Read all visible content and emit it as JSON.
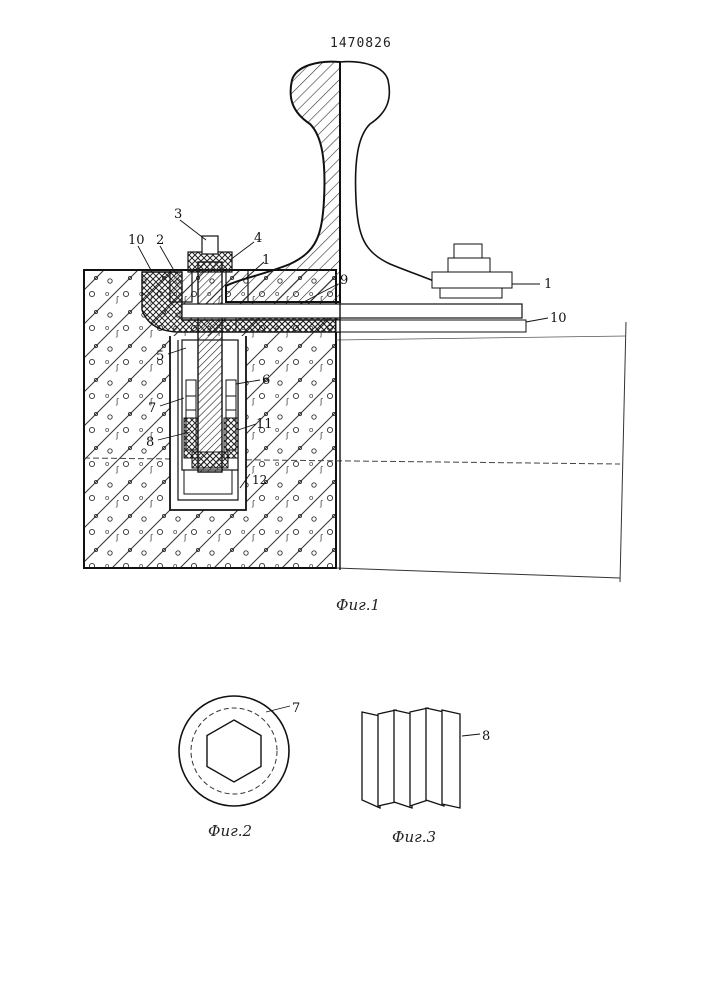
{
  "patent_number": "1470826",
  "figures": [
    {
      "id": "fig1",
      "caption": "Фиг.1"
    },
    {
      "id": "fig2",
      "caption": "Фиг.2"
    },
    {
      "id": "fig3",
      "caption": "Фиг.3"
    }
  ],
  "callouts": {
    "n1": "1",
    "n2": "2",
    "n3": "3",
    "n4": "4",
    "n5": "5",
    "n6": "6",
    "n7": "7",
    "n8": "8",
    "n9": "9",
    "n10": "10",
    "n11": "11",
    "n12": "12",
    "n1_right": "1",
    "n10_right": "10",
    "n7_fig2": "7",
    "n8_fig3": "8"
  },
  "colors": {
    "ink": "#111111",
    "paper": "#ffffff",
    "hatch": "#333333"
  }
}
